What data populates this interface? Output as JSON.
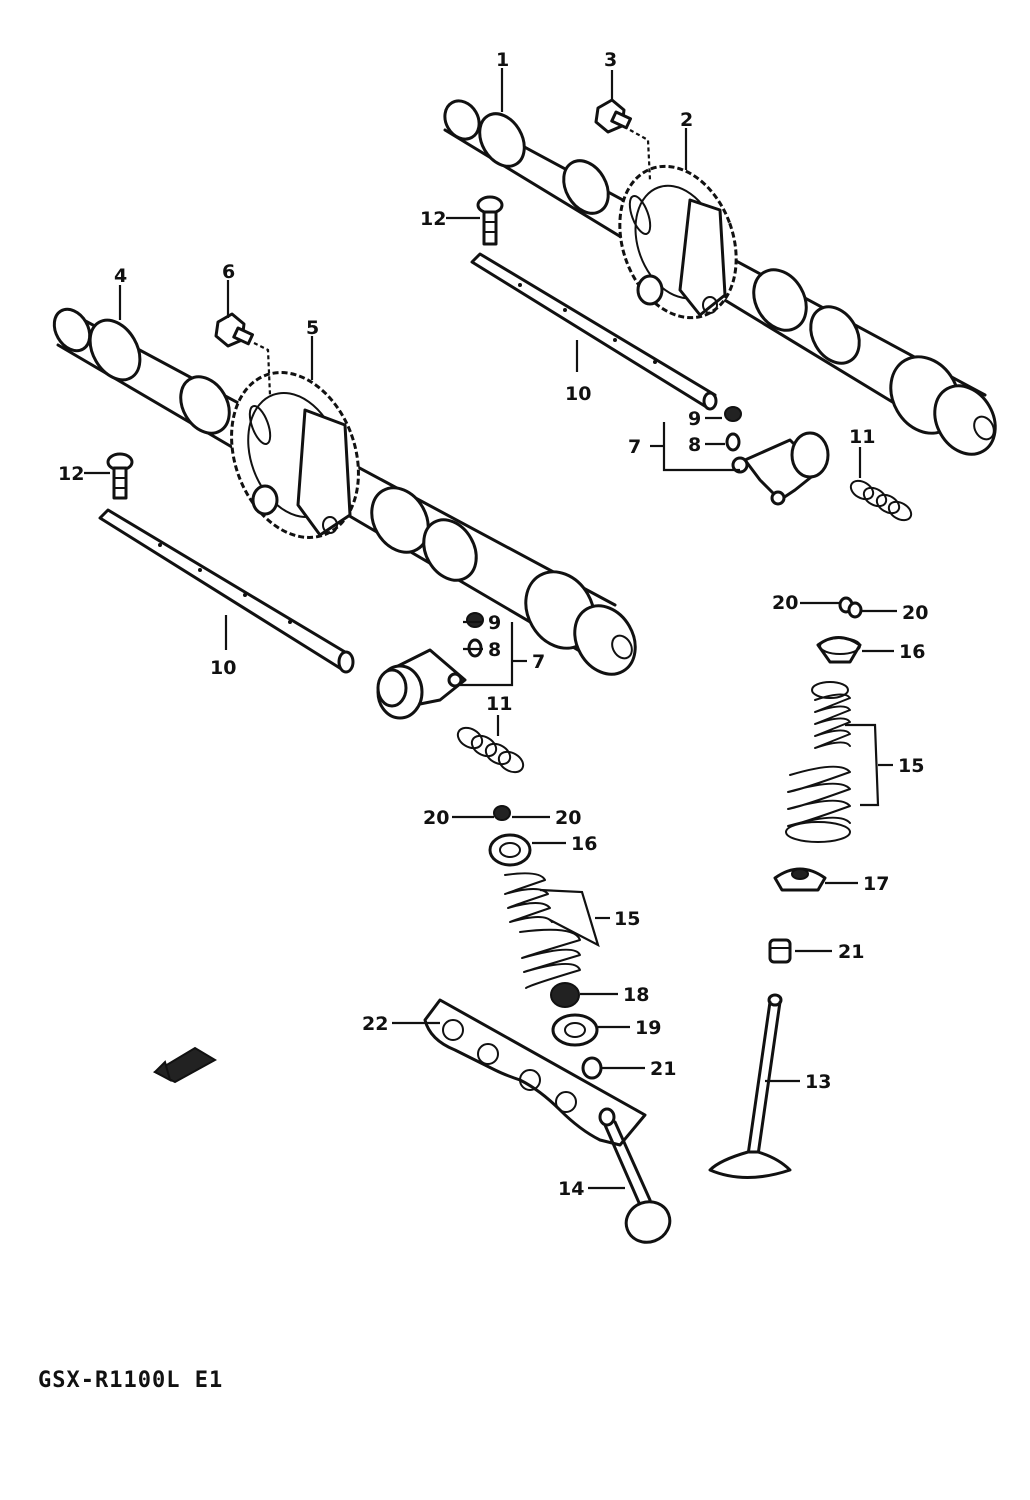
{
  "model_code": "GSX-R1100L E1",
  "callouts": {
    "c1": "1",
    "c2": "2",
    "c3": "3",
    "c4": "4",
    "c5": "5",
    "c6": "6",
    "c7a": "7",
    "c7b": "7",
    "c8a": "8",
    "c8b": "8",
    "c9a": "9",
    "c9b": "9",
    "c10a": "10",
    "c10b": "10",
    "c11a": "11",
    "c11b": "11",
    "c12a": "12",
    "c12b": "12",
    "c13": "13",
    "c14": "14",
    "c15a": "15",
    "c15b": "15",
    "c16a": "16",
    "c16b": "16",
    "c17": "17",
    "c18": "18",
    "c19": "19",
    "c20a": "20",
    "c20b": "20",
    "c20c": "20",
    "c20d": "20",
    "c21a": "21",
    "c21b": "21",
    "c22": "22"
  }
}
